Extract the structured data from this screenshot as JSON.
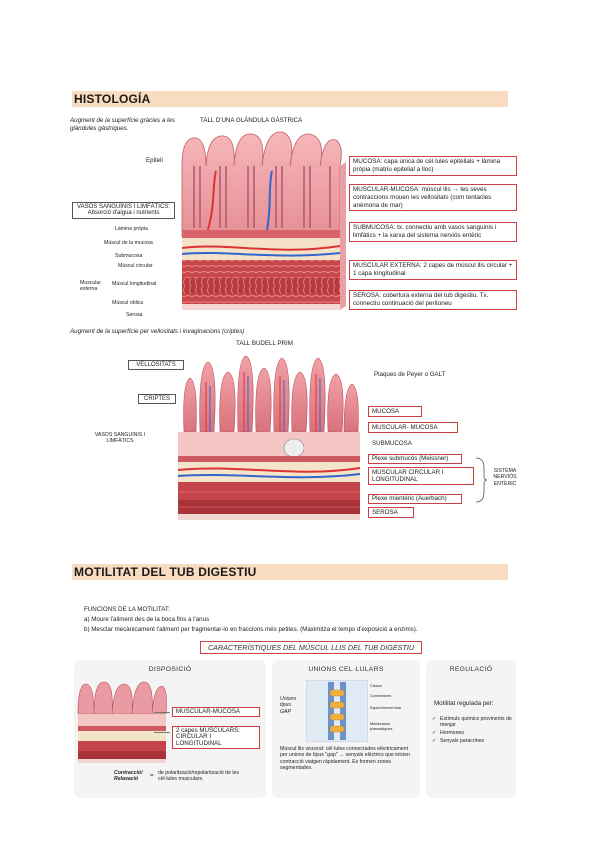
{
  "histologia": {
    "title": "HISTOLOGÍA",
    "gland_note": "Augment de la superfície gràcies a les glàndules gàstriques.",
    "gland_title": "TALL D'UNA GLÀNDULA GÀSTRICA",
    "epiteli": "Epiteli",
    "vasos_box": "VASOS SANGUÍNIS I LIMFÀTICS: Absorció d'aigua i nutrients",
    "left_labels": [
      "Làmina pròpia",
      "Múscul de la mucosa",
      "Submucosa",
      "Múscul circular",
      "Múscul longitudinal",
      "Múscul oblicu",
      "Serosa"
    ],
    "muscular_externa_label": "Muscular externa",
    "layers": [
      "MUCOSA: capa única de cèl·lules epitelials + làmina pròpia (matriu epitelial a lloc)",
      "MUSCULAR-MUCOSA: múscul llis → les seves contraccions mouen les vellositats (com tentacles anèmona de mar)",
      "SUBMUCOSA: tx. connectiu amb vasos sanguinis i limfàtics + la xarxa del sistema nerviós entèric",
      "MUSCULAR EXTERNA: 2 capes de múscul llis circular + 1 capa longitudinal",
      "SEROSA: cobertura externa del tub digestiu. Tx. connectiu continuació del peritoneu"
    ],
    "intestine_note": "Augment de la superfície per vellositats i invaginacions (criptes)",
    "intestine_title": "TALL BUDELL PRIM",
    "vellositats": "VELLOSITATS",
    "criptes": "CRIPTES",
    "vasos_label": "VASOS SANGUINIS I LIMFÀTICS",
    "right_labels": {
      "peyer": "Plaques de Peyer o GALT",
      "mucosa": "MUCOSA",
      "muscular_mucosa": "MUSCULAR- MUCOSA",
      "submucosa": "SUBMUCOSA",
      "meissner": "Plexe submucós (Meissner)",
      "muscular_circ": "MUSCULAR CIRCULAR I LONGITUDINAL",
      "auerbach": "Plexe mientèric (Auerbach)",
      "serosa": "SEROSA",
      "sne": "SISTEMA NERVIÓS ENTÈRIC"
    }
  },
  "motilitat": {
    "title": "MOTILITAT DEL TUB DIGESTIU",
    "functions_title": "FUNCIONS DE LA MOTILITAT:",
    "functions": [
      "a)  Moure l'aliment des de la boca fins a l'anus",
      "b)  Mesclar mecànicament l'aliment per fragmentar-lo en fraccions més petites. (Maximitza el temps d'exposició a enzims)."
    ],
    "characteristics_title": "CARACTERÍSTIQUES DEL MÚSCUL LLIS DEL TUB DIGESTIU",
    "cards": {
      "disposicio": {
        "title": "DISPOSICIÓ",
        "label_muscular_mucosa": "MUSCULAR-MUCOSA",
        "label_capes": "2 capes MUSCULARS: CIRCULAR I LONGITUDINAL",
        "contraccio": "Contracció/ Relaxació",
        "contraccio_desc": "de polarització/repolarització de les cèl·lules musculars."
      },
      "unions": {
        "title": "UNIONS CEL·LULARS",
        "unions_label": "Unions tipus GAP",
        "diagram_labels": [
          "Citosol",
          "Connexones",
          "Espai intercel·lular",
          "Membranes plasmàtiques"
        ],
        "text": "Múscul llis visceral: cèl·lules connectades elèctricament per unions de tipus \"gap\" → senyals elèctrics que inicien contracció viatgen ràpidament. Es formen zones segmentades."
      },
      "regulacio": {
        "title": "REGULACIÓ",
        "intro": "Motilitat regulada per:",
        "items": [
          "Estímuls químics provinents de menjar",
          "Hormones",
          "Senyals paracrines"
        ]
      }
    }
  }
}
